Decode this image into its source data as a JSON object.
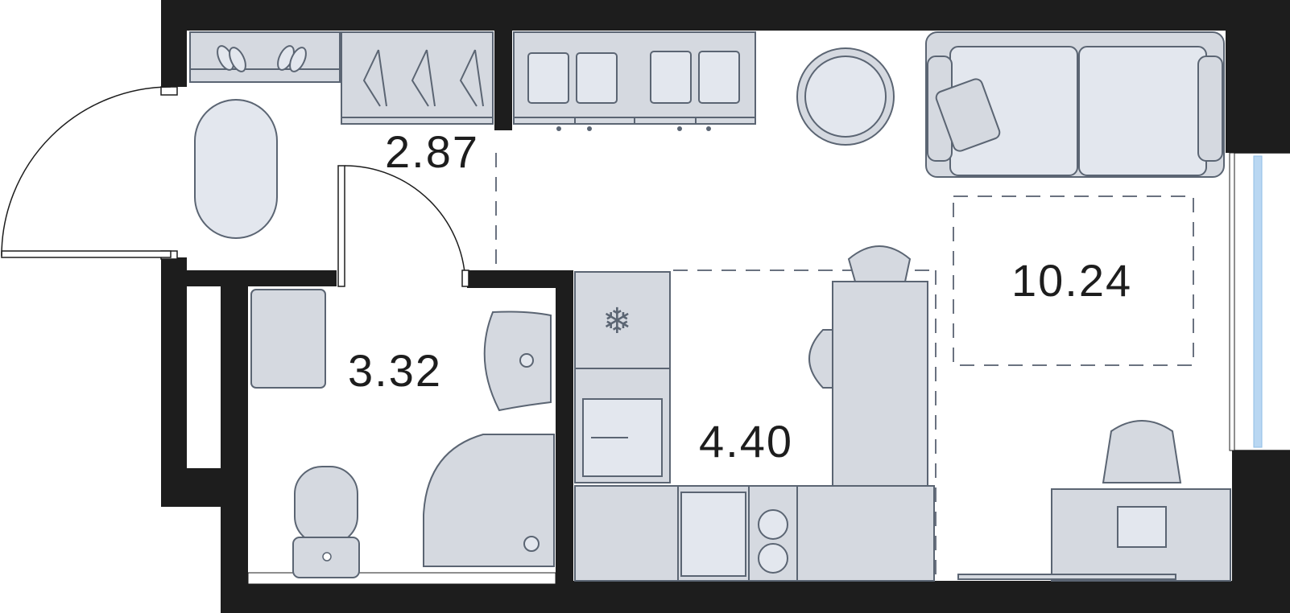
{
  "rooms": [
    {
      "id": "hallway",
      "area": "2.87"
    },
    {
      "id": "bathroom",
      "area": "3.32"
    },
    {
      "id": "kitchen",
      "area": "4.40"
    },
    {
      "id": "living",
      "area": "10.24"
    }
  ],
  "colors": {
    "wall": "#1d1d1d",
    "furniture_fill": "#d5d9e0",
    "furniture_stroke": "#5b6573",
    "window": "#b9d7f2"
  }
}
